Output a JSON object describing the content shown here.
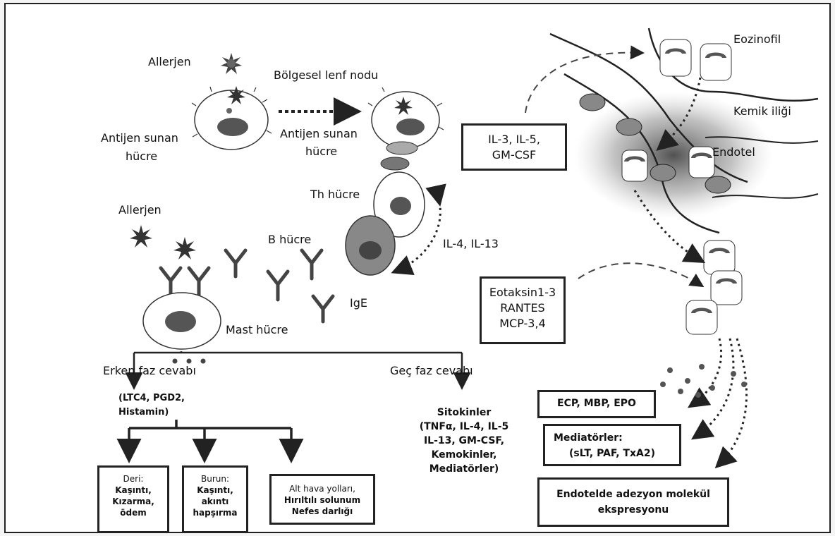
{
  "labels": {
    "allerjen_top": "Allerjen",
    "bolgesel_lenf_nodu": "Bölgesel lenf nodu",
    "antijen_sunan_hucre_left_1": "Antijen sunan",
    "antijen_sunan_hucre_left_2": "hücre",
    "antijen_sunan_hucre_mid_1": "Antijen sunan",
    "antijen_sunan_hucre_mid_2": "hücre",
    "th_hucre": "Th hücre",
    "allerjen_mid": "Allerjen",
    "b_hucre": "B hücre",
    "il4_il13": "IL-4, IL-13",
    "ige": "IgE",
    "mast_hucre": "Mast hücre",
    "erken_faz": "Erken faz cevabı",
    "gec_faz": "Geç faz cevabı",
    "ltc4_1": "(LTC4, PGD2,",
    "ltc4_2": "Histamin)",
    "sitokinler": [
      "Sitokinler",
      "(TNFα, IL-4, IL-5",
      "IL-13, GM-CSF,",
      "Kemokinler,",
      "Mediatörler)"
    ],
    "eozinofil": "Eozinofil",
    "kemik_iligi": "Kemik iliği",
    "endotel": "Endotel"
  },
  "boxes": {
    "il3": [
      "IL-3, IL-5,",
      "GM-CSF"
    ],
    "eotaksin": [
      "Eotaksin1-3",
      "RANTES",
      "MCP-3,4"
    ],
    "deri": [
      "Deri:",
      "Kaşıntı,",
      "Kızarma,",
      "ödem"
    ],
    "burun": [
      "Burun:",
      "Kaşıntı,",
      "akıntı",
      "hapşırma"
    ],
    "alt_hava": [
      "Alt hava yolları,",
      "Hırıltılı solunum",
      "Nefes darlığı"
    ],
    "ecp": "ECP, MBP, EPO",
    "mediatorler": [
      "Mediatörler:",
      "(sLT, PAF, TxA2)"
    ],
    "endotelde": [
      "Endotelde adezyon molekül",
      "ekspresyonu"
    ]
  }
}
